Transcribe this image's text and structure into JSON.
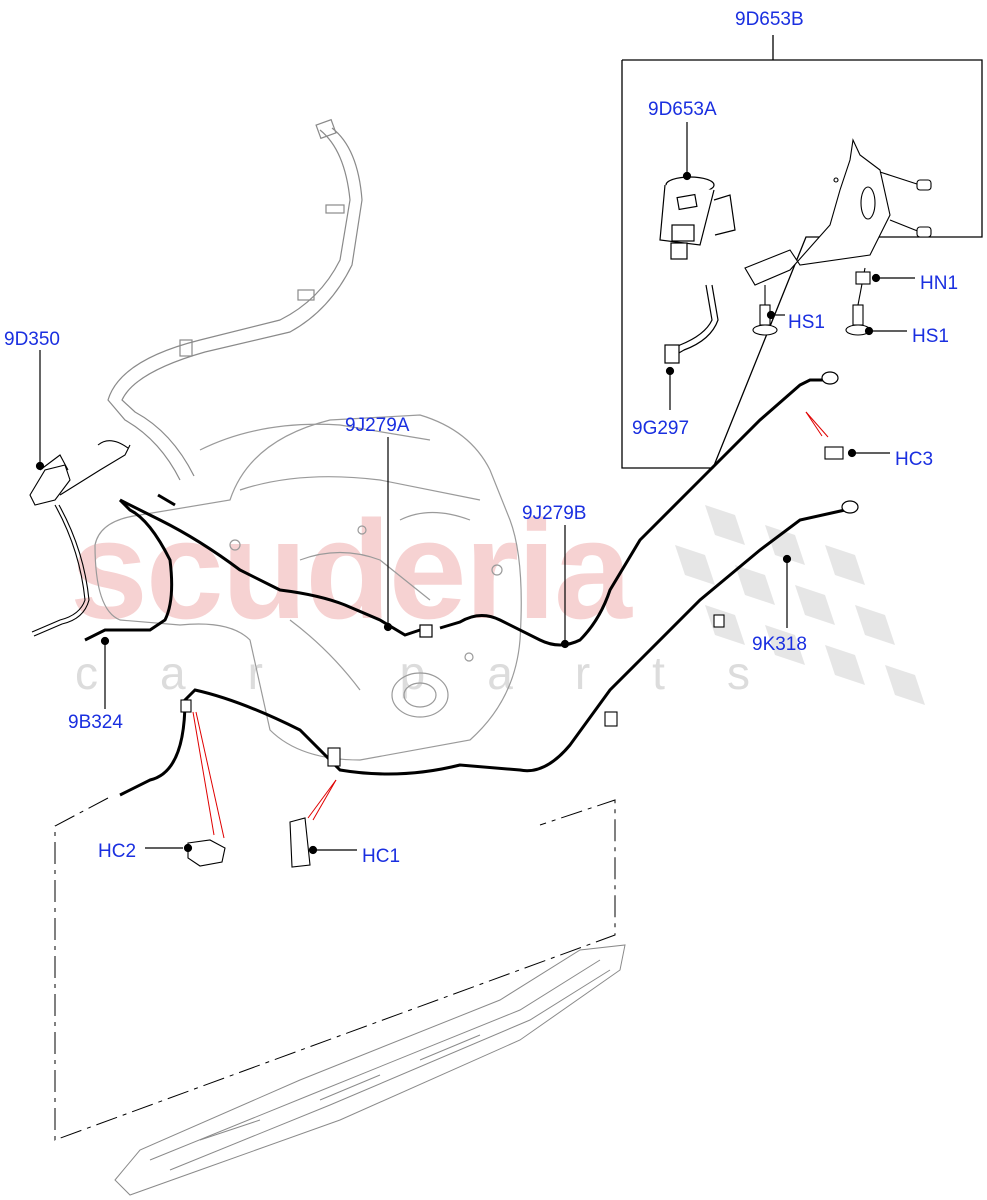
{
  "diagram": {
    "type": "exploded-parts-diagram",
    "subject": "Fuel tank vapour lines and evaporative emission components",
    "label_color": "#1a2fe0",
    "leader_color": "#000000",
    "clip_indicator_color": "#e00000"
  },
  "watermark": {
    "main": "scuderia",
    "sub": "car parts",
    "main_color": "#f4c4c4",
    "sub_color": "#dcdcdc"
  },
  "callouts": [
    {
      "id": "9D653B",
      "label": "9D653B"
    },
    {
      "id": "9D653A",
      "label": "9D653A"
    },
    {
      "id": "HN1",
      "label": "HN1"
    },
    {
      "id": "HS1a",
      "label": "HS1"
    },
    {
      "id": "HS1b",
      "label": "HS1"
    },
    {
      "id": "9G297",
      "label": "9G297"
    },
    {
      "id": "HC3",
      "label": "HC3"
    },
    {
      "id": "9D350",
      "label": "9D350"
    },
    {
      "id": "9J279A",
      "label": "9J279A"
    },
    {
      "id": "9J279B",
      "label": "9J279B"
    },
    {
      "id": "9K318",
      "label": "9K318"
    },
    {
      "id": "9B324",
      "label": "9B324"
    },
    {
      "id": "HC2",
      "label": "HC2"
    },
    {
      "id": "HC1",
      "label": "HC1"
    }
  ]
}
